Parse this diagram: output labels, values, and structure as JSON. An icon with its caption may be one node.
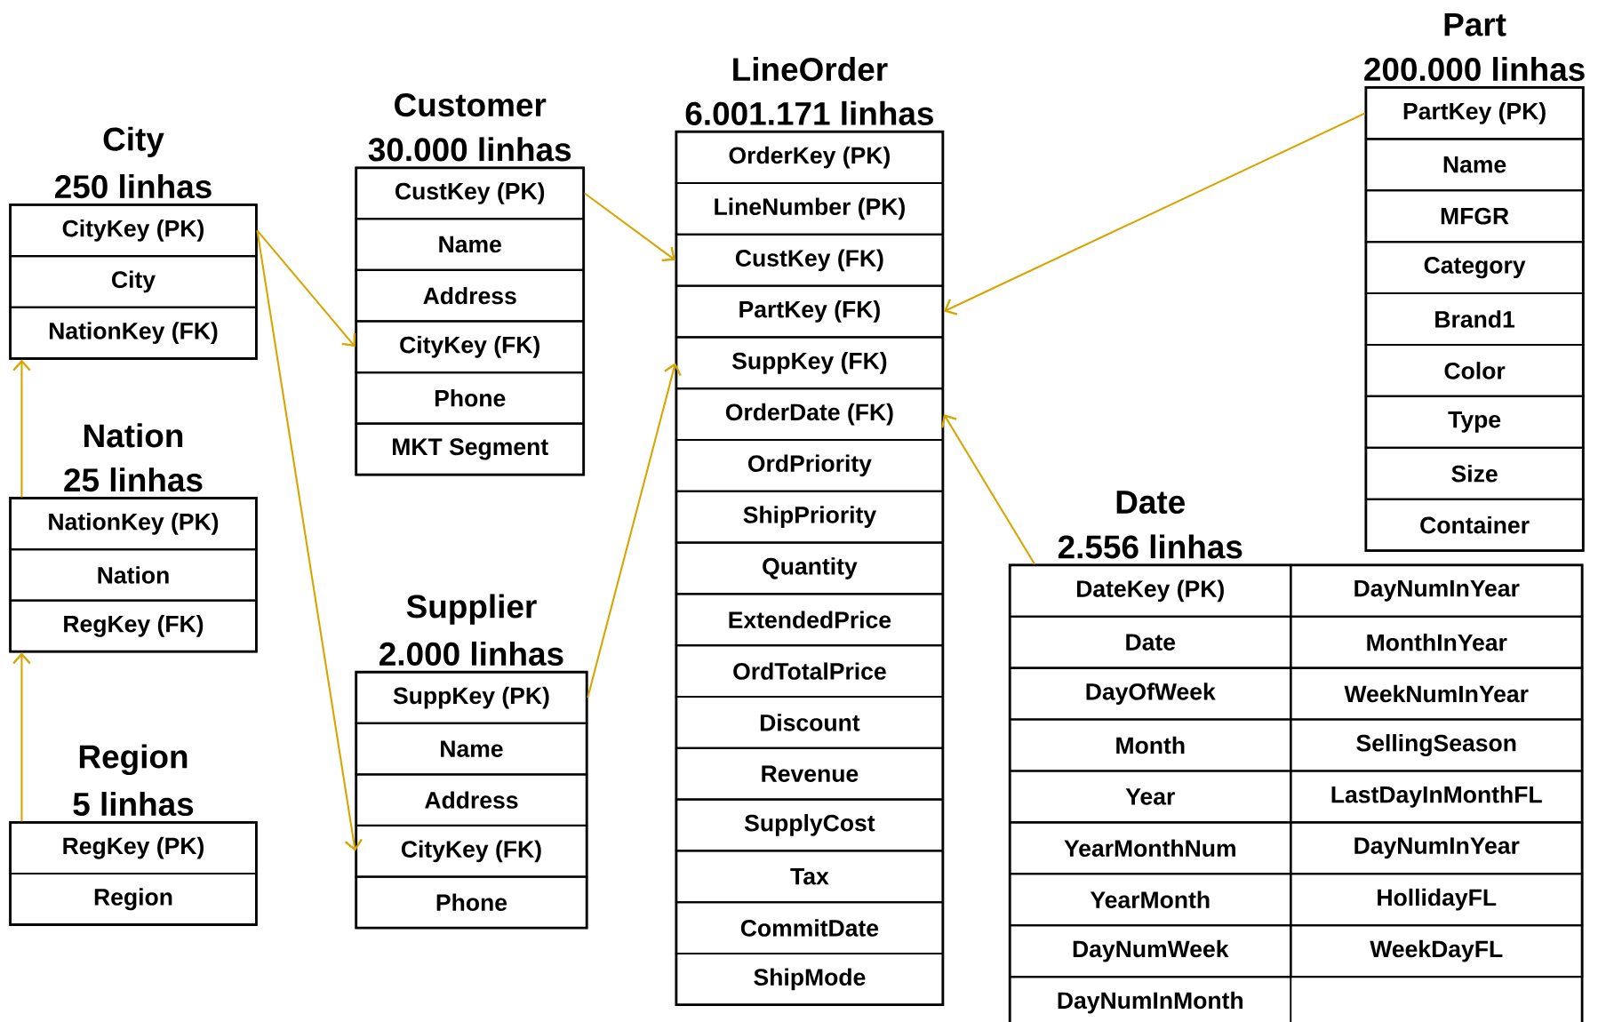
{
  "diagram": {
    "nodes": [
      {
        "text": [
          "City",
          "250 linhas"
        ]
      },
      {
        "text": [
          "CityKey (PK)"
        ],
        "in": 0
      },
      {
        "text": [
          "City"
        ],
        "in": 0
      },
      {
        "text": [
          "NationKey (FK)"
        ],
        "in": 0
      },
      {
        "text": [
          "Customer",
          "30.000 linhas"
        ]
      },
      {
        "text": [
          "CustKey (PK)"
        ],
        "in": 4
      },
      {
        "text": [
          "Name"
        ],
        "in": 4
      },
      {
        "text": [
          "Address"
        ],
        "in": 4
      },
      {
        "text": [
          "CityKey (FK)"
        ],
        "in": 4
      },
      {
        "text": [
          "Phone"
        ],
        "in": 4
      },
      {
        "text": [
          "MKT Segment"
        ],
        "in": 4
      },
      {
        "text": [
          "LineOrder",
          "6.001.171 linhas"
        ]
      },
      {
        "text": [
          "OrderKey (PK)"
        ],
        "in": 11
      },
      {
        "text": [
          "LineNumber (PK)"
        ],
        "in": 11
      },
      {
        "text": [
          "CustKey (FK)"
        ],
        "in": 11
      },
      {
        "text": [
          "PartKey (FK)"
        ],
        "in": 11
      },
      {
        "text": [
          "SuppKey (FK)"
        ],
        "in": 11
      },
      {
        "text": [
          "OrderDate (FK)"
        ],
        "in": 11
      },
      {
        "text": [
          "OrdPriority"
        ],
        "in": 11
      },
      {
        "text": [
          "ShipPriority"
        ],
        "in": 11
      },
      {
        "text": [
          "Quantity"
        ],
        "in": 11
      },
      {
        "text": [
          "ExtendedPrice"
        ],
        "in": 11
      },
      {
        "text": [
          "OrdTotalPrice"
        ],
        "in": 11
      },
      {
        "text": [
          "Discount"
        ],
        "in": 11
      },
      {
        "text": [
          "Revenue"
        ],
        "in": 11
      },
      {
        "text": [
          "SupplyCost"
        ],
        "in": 11
      },
      {
        "text": [
          "Tax"
        ],
        "in": 11
      },
      {
        "text": [
          "CommitDate"
        ],
        "in": 11
      },
      {
        "text": [
          "ShipMode"
        ],
        "in": 11
      },
      {
        "text": [
          "Part",
          "200.000 linhas"
        ]
      },
      {
        "text": [
          "PartKey (PK)"
        ],
        "in": 29
      },
      {
        "text": [
          "Name"
        ],
        "in": 29
      },
      {
        "text": [
          "MFGR"
        ],
        "in": 29
      },
      {
        "text": [
          "Category"
        ],
        "in": 29
      },
      {
        "text": [
          "Brand1"
        ],
        "in": 29
      },
      {
        "text": [
          "Color"
        ],
        "in": 29
      },
      {
        "text": [
          "Type"
        ],
        "in": 29
      },
      {
        "text": [
          "Size"
        ],
        "in": 29
      },
      {
        "text": [
          "Container"
        ],
        "in": 29
      },
      {
        "text": [
          "Nation",
          "25 linhas"
        ]
      },
      {
        "text": [
          "NationKey (PK)"
        ],
        "in": 39
      },
      {
        "text": [
          "Nation"
        ],
        "in": 39
      },
      {
        "text": [
          "RegKey (FK)"
        ],
        "in": 39
      },
      {
        "text": [
          "Supplier",
          "2.000 linhas"
        ]
      },
      {
        "text": [
          "SuppKey (PK)"
        ],
        "in": 43
      },
      {
        "text": [
          "Name"
        ],
        "in": 43
      },
      {
        "text": [
          "Address"
        ],
        "in": 43
      },
      {
        "text": [
          "CityKey (FK)"
        ],
        "in": 43
      },
      {
        "text": [
          "Phone"
        ],
        "in": 43
      },
      {
        "text": [
          "Date",
          "2.556 linhas"
        ]
      },
      {
        "text": [
          "DateKey (PK)"
        ],
        "in": 49
      },
      {
        "text": [
          "DayNumInYear"
        ],
        "in": 49
      },
      {
        "text": [
          "Date"
        ],
        "in": 49
      },
      {
        "text": [
          "MonthInYear"
        ],
        "in": 49
      },
      {
        "text": [
          "DayOfWeek"
        ],
        "in": 49
      },
      {
        "text": [
          "WeekNumInYear"
        ],
        "in": 49
      },
      {
        "text": [
          "Month"
        ],
        "in": 49
      },
      {
        "text": [
          "SellingSeason"
        ],
        "in": 49
      },
      {
        "text": [
          "Year"
        ],
        "in": 49
      },
      {
        "text": [
          "LastDayInMonthFL"
        ],
        "in": 49
      },
      {
        "text": [
          "YearMonthNum"
        ],
        "in": 49
      },
      {
        "text": [
          "DayNumInYear"
        ],
        "in": 49
      },
      {
        "text": [
          "YearMonth"
        ],
        "in": 49
      },
      {
        "text": [
          "HollidayFL"
        ],
        "in": 49
      },
      {
        "text": [
          "DayNumWeek"
        ],
        "in": 49
      },
      {
        "text": [
          "WeekDayFL"
        ],
        "in": 49
      },
      {
        "text": [
          "DayNumInMonth"
        ],
        "in": 49
      },
      {
        "text": [
          "Region",
          "5 linhas"
        ]
      },
      {
        "text": [
          "RegKey (PK)"
        ],
        "in": 67
      },
      {
        "text": [
          "Region"
        ],
        "in": 67
      }
    ],
    "edges": [
      {
        "from": 5,
        "to": 14,
        "arrow": "to"
      },
      {
        "from": 1,
        "to": 8,
        "arrow": "to"
      },
      {
        "from": 1,
        "to": 47,
        "arrow": "to"
      },
      {
        "from": 40,
        "to": 3,
        "arrow": "to"
      },
      {
        "from": 68,
        "to": 42,
        "arrow": "to"
      },
      {
        "from": 44,
        "to": 16,
        "arrow": "to"
      },
      {
        "from": 30,
        "to": 15,
        "arrow": "to"
      },
      {
        "from": 50,
        "to": 17,
        "arrow": "to"
      }
    ]
  }
}
